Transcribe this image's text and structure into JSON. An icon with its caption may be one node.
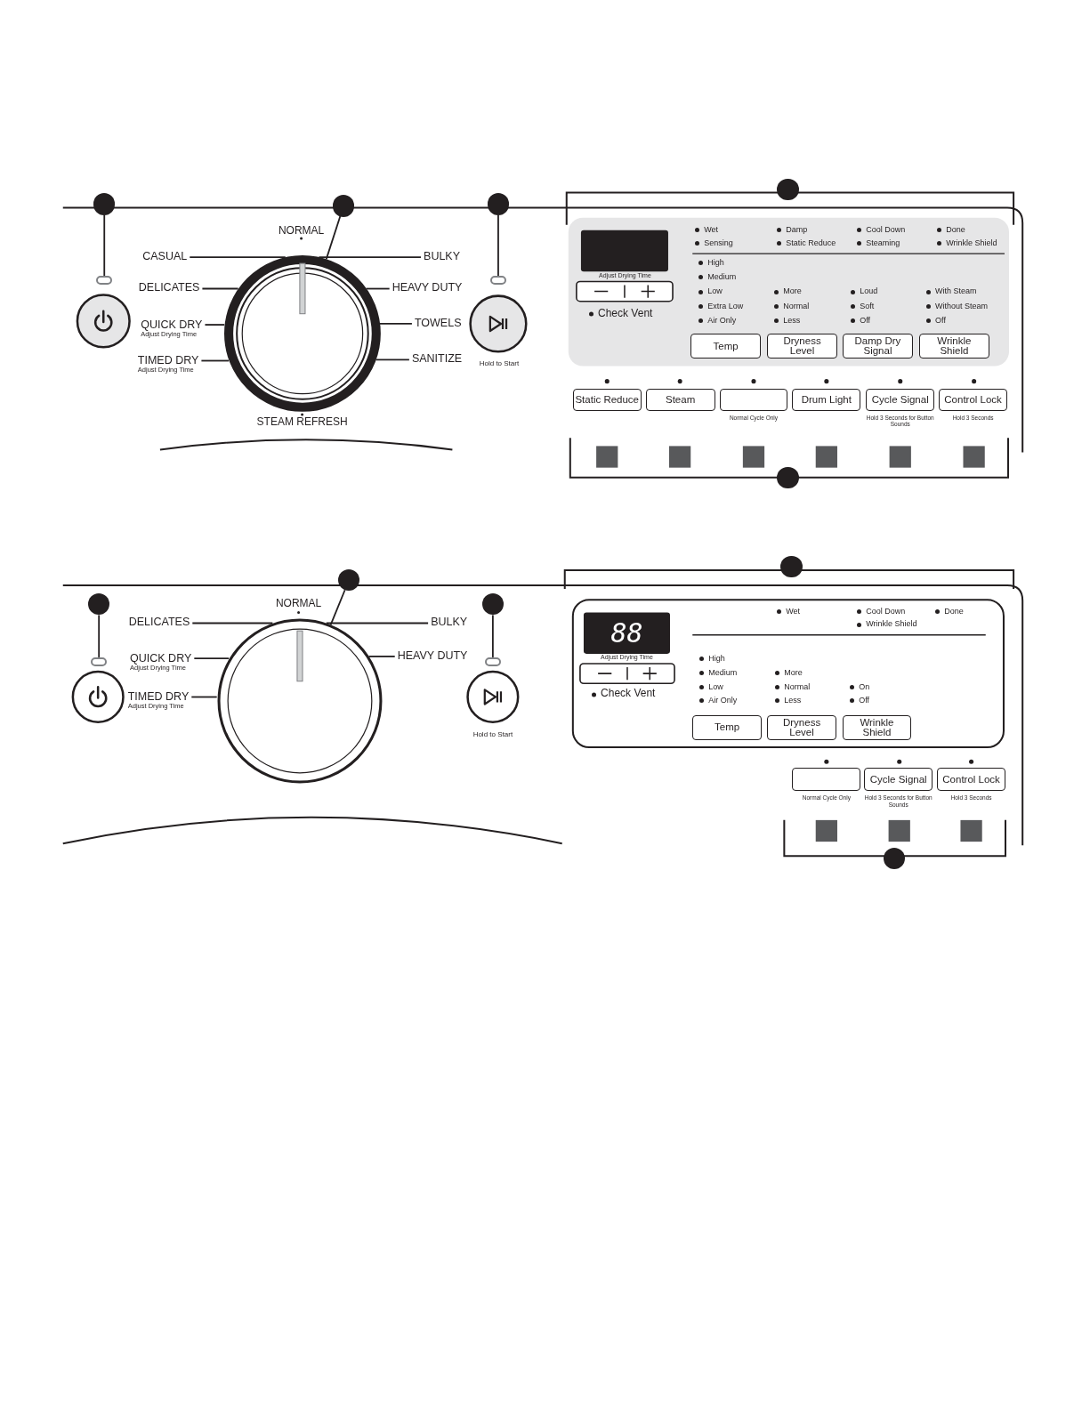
{
  "diagram": {
    "nodes": [
      {
        "text": [],
        "shape": "circle"
      },
      {
        "text": [],
        "shape": "oval"
      },
      {
        "text": [],
        "shape": "circle"
      },
      {
        "text": [],
        "shape": "circle"
      },
      {
        "text": [],
        "shape": "circle"
      },
      {
        "text": [],
        "shape": "oval"
      },
      {
        "text": [
          "CASUAL"
        ]
      },
      {
        "text": [
          "DELICATES"
        ]
      },
      {
        "text": [
          "QUICK DRY",
          "Adjust Drying Time"
        ]
      },
      {
        "text": [
          "TIMED DRY",
          "Adjust Drying Time"
        ]
      },
      {
        "text": [
          "BULKY"
        ]
      },
      {
        "text": [
          "HEAVY DUTY"
        ]
      },
      {
        "text": [
          "TOWELS"
        ]
      },
      {
        "text": [
          "SANITIZE"
        ]
      },
      {
        "text": [
          "Temp"
        ]
      },
      {
        "text": [
          "Dryness Level"
        ]
      },
      {
        "text": [
          "Damp Dry Signal"
        ]
      },
      {
        "text": [
          "Wrinkle Shield"
        ]
      },
      {
        "text": [
          "Static Reduce"
        ]
      },
      {
        "text": [
          "Steam"
        ]
      },
      {
        "text": [],
        "shape": "box",
        "beside": [
          "Normal Cycle Only"
        ]
      },
      {
        "text": [
          "Drum Light"
        ]
      },
      {
        "text": [
          "Cycle Signal"
        ],
        "beside": [
          "Hold 3 Seconds for Button Sounds"
        ]
      },
      {
        "text": [
          "Control Lock"
        ],
        "beside": [
          "Hold 3 Seconds"
        ]
      },
      {
        "text": [],
        "shape": "circle"
      },
      {
        "text": [],
        "shape": "oval"
      },
      {
        "text": [],
        "shape": "circle"
      },
      {
        "text": [],
        "shape": "circle"
      },
      {
        "text": [],
        "shape": "circle"
      },
      {
        "text": [],
        "shape": "oval"
      },
      {
        "text": [
          "DELICATES"
        ]
      },
      {
        "text": [
          "QUICK DRY",
          "Adjust Drying Time"
        ]
      },
      {
        "text": [
          "TIMED DRY",
          "Adjust Drying Time"
        ]
      },
      {
        "text": [
          "BULKY"
        ]
      },
      {
        "text": [
          "HEAVY DUTY"
        ]
      },
      {
        "text": [
          "Temp"
        ]
      },
      {
        "text": [
          "Dryness Level"
        ]
      },
      {
        "text": [
          "Wrinkle Shield"
        ]
      },
      {
        "text": [],
        "shape": "box",
        "beside": [
          "Normal Cycle Only"
        ]
      },
      {
        "text": [
          "Cycle Signal"
        ],
        "beside": [
          "Hold 3 Seconds for Button Sounds"
        ]
      },
      {
        "text": [
          "Control Lock"
        ],
        "beside": [
          "Hold 3 Seconds"
        ]
      },
      {
        "text": [],
        "shape": "circle"
      },
      {
        "text": [],
        "shape": "circle"
      },
      {
        "text": [],
        "shape": "circle"
      },
      {
        "text": [],
        "shape": "circle"
      }
    ],
    "edges": [
      {
        "from": 0,
        "to": 1,
        "arrow": "none"
      },
      {
        "from": 2,
        "to": 3,
        "arrow": "none"
      },
      {
        "from": 4,
        "to": 5,
        "arrow": "none"
      },
      {
        "from": 6,
        "to": 3,
        "arrow": "none"
      },
      {
        "from": 7,
        "to": 3,
        "arrow": "none"
      },
      {
        "from": 8,
        "to": 3,
        "arrow": "none"
      },
      {
        "from": 9,
        "to": 3,
        "arrow": "none"
      },
      {
        "from": 10,
        "to": 3,
        "arrow": "none"
      },
      {
        "from": 11,
        "to": 3,
        "arrow": "none"
      },
      {
        "from": 12,
        "to": 3,
        "arrow": "none"
      },
      {
        "from": 13,
        "to": 3,
        "arrow": "none"
      },
      {
        "from": 24,
        "to": 25,
        "arrow": "none"
      },
      {
        "from": 26,
        "to": 27,
        "arrow": "none"
      },
      {
        "from": 28,
        "to": 29,
        "arrow": "none"
      },
      {
        "from": 30,
        "to": 27,
        "arrow": "none"
      },
      {
        "from": 31,
        "to": 27,
        "arrow": "none"
      },
      {
        "from": 32,
        "to": 27,
        "arrow": "none"
      },
      {
        "from": 33,
        "to": 27,
        "arrow": "none"
      },
      {
        "from": 34,
        "to": 27,
        "arrow": "none"
      }
    ],
    "labels": [
      "NORMAL",
      "STEAM REFRESH",
      "Hold to Start",
      "Adjust Drying Time",
      "Check Vent",
      "Wet",
      "Damp",
      "Cool Down",
      "Done",
      "Sensing",
      "Static Reduce",
      "Steaming",
      "Wrinkle Shield",
      "High",
      "Medium",
      "Low",
      "More",
      "Loud",
      "With Steam",
      "Extra Low",
      "Normal",
      "Soft",
      "Without Steam",
      "Air Only",
      "Less",
      "Off",
      "Off",
      "NORMAL",
      "Hold to Start",
      "88",
      "Adjust Drying Time",
      "Check Vent",
      "Wet",
      "Cool Down",
      "Done",
      "Wrinkle Shield",
      "High",
      "Medium",
      "More",
      "Low",
      "Normal",
      "On",
      "Air Only",
      "Less",
      "Off"
    ]
  }
}
